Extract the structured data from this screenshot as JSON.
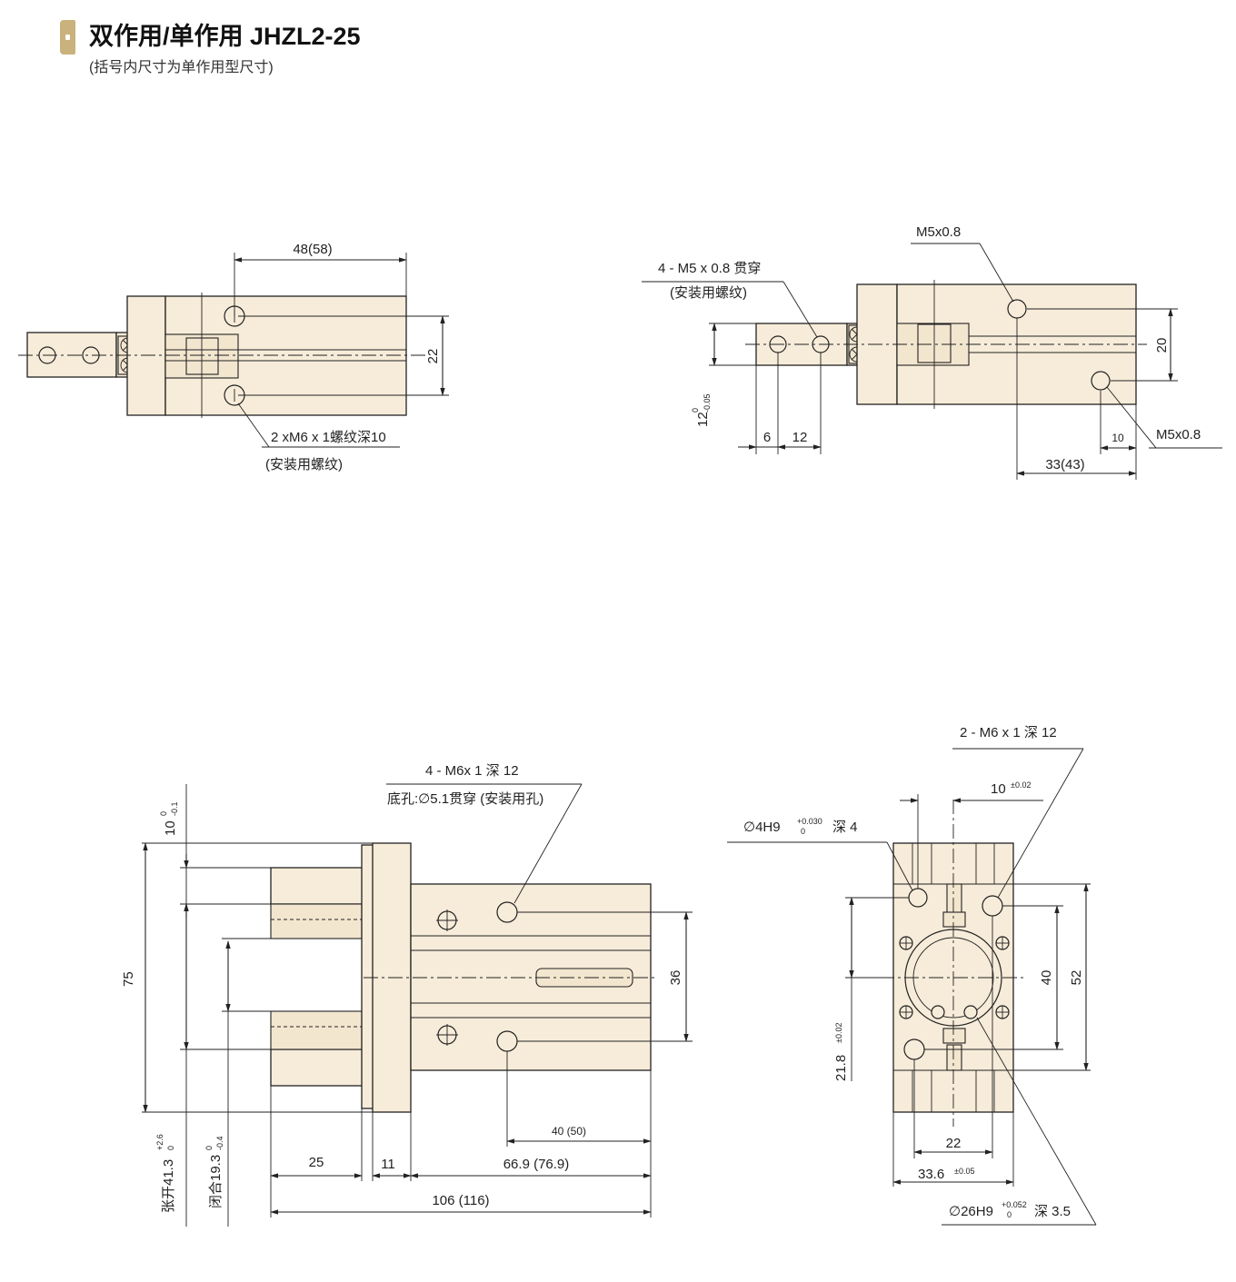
{
  "header": {
    "title": "双作用/单作用 JHZL2-25",
    "subtitle": "(括号内尺寸为单作用型尺寸)"
  },
  "colors": {
    "body_fill": "#f7ecd9",
    "badge": "#c9b27c",
    "line": "#222222"
  },
  "top_view": {
    "length": "48(58)",
    "spacing": "22",
    "thread_note": "2 xM6 x 1螺纹深10",
    "thread_note_sub": "(安装用螺纹)"
  },
  "side_view": {
    "port_top": "M5x0.8",
    "port_right": "M5x0.8",
    "through_note": "4 - M5 x 0.8 贯穿",
    "through_note_sub": "(安装用螺纹)",
    "height": "12",
    "height_tol_upper": "0",
    "height_tol_lower": "-0.05",
    "dim_6": "6",
    "dim_12": "12",
    "dim_20": "20",
    "dim_10": "10",
    "dim_33": "33(43)"
  },
  "front_view": {
    "mount_note": "4 - M6x 1 深 12",
    "mount_note_sub": "底孔:∅5.1贯穿 (安装用孔)",
    "jaw_dim": "10",
    "jaw_tol_upper": "0",
    "jaw_tol_lower": "-0.1",
    "height_75": "75",
    "spacing_36": "36",
    "dim_40": "40 (50)",
    "dim_25": "25",
    "dim_11": "11",
    "dim_66": "66.9 (76.9)",
    "dim_106": "106 (116)",
    "open_label": "张开41.3",
    "open_tol_upper": "+2.6",
    "open_tol_lower": "0",
    "close_label": "闭合19.3",
    "close_tol_upper": "0",
    "close_tol_lower": "-0.4"
  },
  "end_view": {
    "thread_note": "2 - M6 x 1 深 12",
    "dim_10": "10",
    "dim_10_tol": "±0.02",
    "pin_hole": "∅4H9",
    "pin_hole_tol_upper": "+0.030",
    "pin_hole_tol_lower": "0",
    "pin_hole_depth": "深 4",
    "dim_40": "40",
    "dim_52": "52",
    "dim_21": "21.8",
    "dim_21_tol": "±0.02",
    "dim_22": "22",
    "dim_33": "33.6",
    "dim_33_tol": "±0.05",
    "bore": "∅26H9",
    "bore_tol_upper": "+0.052",
    "bore_tol_lower": "0",
    "bore_depth": "深 3.5"
  }
}
